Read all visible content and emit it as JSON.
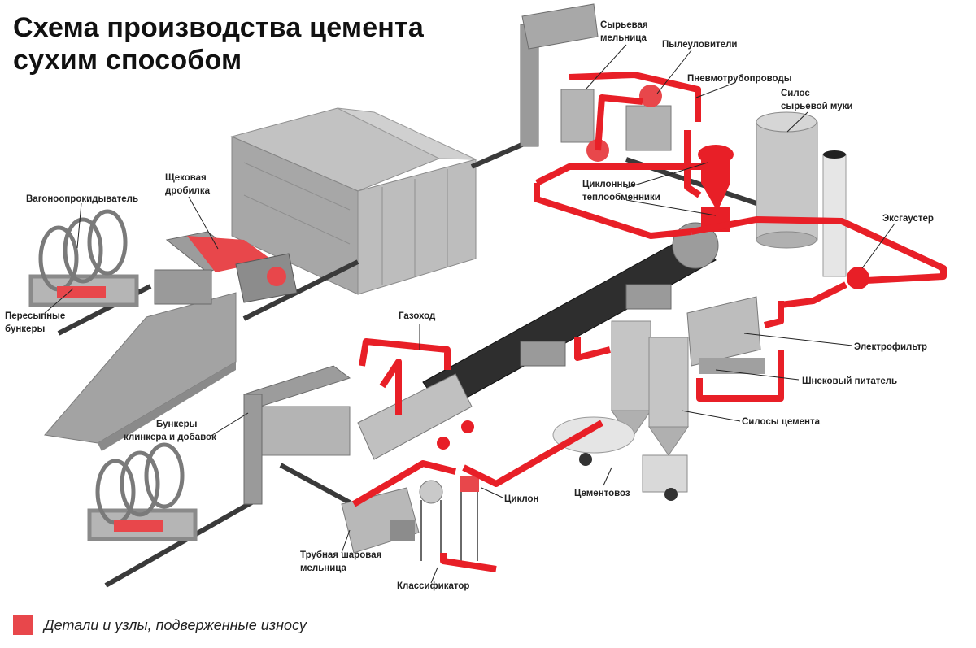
{
  "title_line1": "Схема производства цемента",
  "title_line2": "сухим способом",
  "colors": {
    "wear": "#e8474b",
    "pipe": "#e81f27",
    "steel": "#9a9a9a",
    "dark": "#2e2e2e"
  },
  "labels": {
    "vagon": "Вагоноопрокидыватель",
    "bunkers1": "Пересыпные",
    "bunkers2": "бункеры",
    "crusher1": "Щековая",
    "crusher2": "дробилка",
    "rawmill1": "Сырьевая",
    "rawmill2": "мельница",
    "dust": "Пылеуловители",
    "pneumo": "Пневмотрубопроводы",
    "rawsilo1": "Силос",
    "rawsilo2": "сырьевой муки",
    "cyclone_he1": "Циклонные",
    "cyclone_he2": "теплообменники",
    "exhaust": "Эксгаустер",
    "gasduct": "Газоход",
    "efilter": "Электрофильтр",
    "screw": "Шнековый питатель",
    "cement_silos": "Силосы цемента",
    "clinker1": "Бункеры",
    "clinker2": "клинкера и добавок",
    "cyclone": "Циклон",
    "cement_truck": "Цементовоз",
    "ballmill1": "Трубная шаровая",
    "ballmill2": "мельница",
    "classifier": "Классификатор"
  },
  "legend_text": "Детали и узлы, подверженные износу"
}
